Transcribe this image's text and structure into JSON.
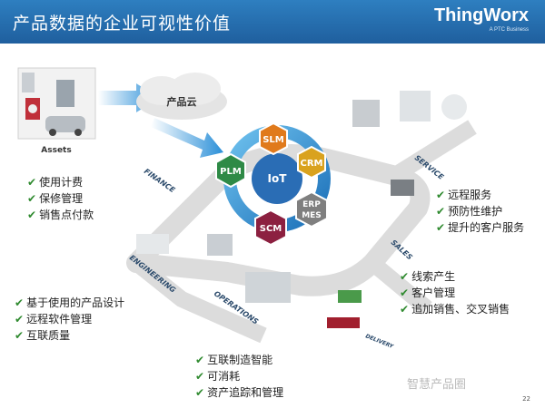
{
  "header": {
    "title": "产品数据的企业可视性价值",
    "logo_main": "ThingWorx",
    "logo_sub": "A PTC Business"
  },
  "diagram": {
    "assets_label": "Assets",
    "cloud_label": "产品云",
    "hub_label": "IoT",
    "nodes": [
      "SLM",
      "CRM",
      "ERP MES",
      "SCM",
      "PLM"
    ],
    "areas": [
      "FINANCE",
      "ENGINEERING",
      "OPERATIONS",
      "SALES",
      "SERVICE",
      "DELIVERY"
    ]
  },
  "finance": {
    "items": [
      [
        "使用",
        "计费"
      ],
      [
        "保修管理",
        ""
      ],
      [
        "销",
        "售点付款"
      ]
    ]
  },
  "engineering": {
    "items": [
      [
        "基于使用的",
        "产品设计"
      ],
      [
        "远程",
        "软件管理"
      ],
      [
        "互",
        "联质量"
      ]
    ]
  },
  "operations": {
    "items": [
      [
        "互",
        "联制造智能"
      ],
      [
        "可消耗",
        ""
      ],
      [
        "资产",
        "追踪和管理"
      ]
    ]
  },
  "sales": {
    "items": [
      [
        "线索",
        "产生"
      ],
      [
        "客",
        "户管理"
      ],
      [
        "追加",
        "销售、交叉销售"
      ]
    ]
  },
  "service": {
    "items": [
      [
        "远程",
        "服务"
      ],
      [
        "预防性维护",
        ""
      ],
      [
        "提升的客户",
        "服务"
      ]
    ]
  },
  "watermark": "智慧产品圈",
  "slide_number": "22",
  "colors": {
    "header": "#2a72b4",
    "slm": "#e07a1c",
    "crm": "#d9a21e",
    "erp": "#7f7f7f",
    "scm": "#8c2040",
    "plm": "#2e8a46",
    "iot": "#2a6db5"
  }
}
